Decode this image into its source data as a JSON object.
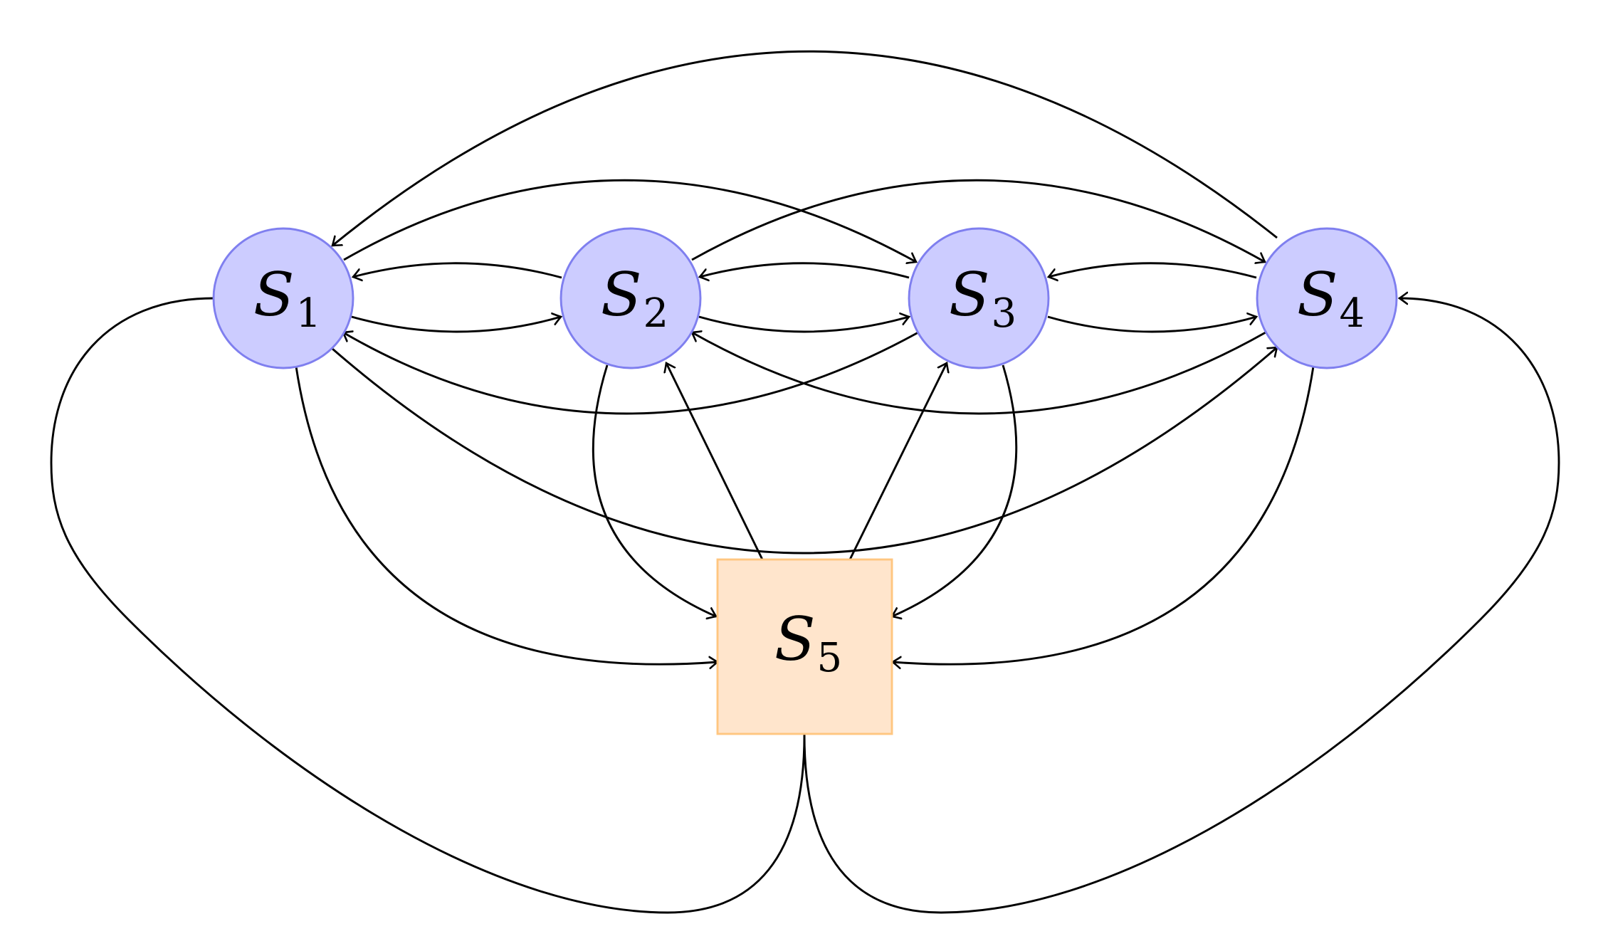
{
  "diagram": {
    "colors": {
      "state_fill": "#ccccff",
      "state_stroke": "#7f7fef",
      "special_fill": "#ffe5cc",
      "special_stroke": "#ffc680",
      "edge": "#000000"
    },
    "nodes": [
      {
        "id": "S1",
        "letter": "S",
        "subscript": "1",
        "shape": "circle"
      },
      {
        "id": "S2",
        "letter": "S",
        "subscript": "2",
        "shape": "circle"
      },
      {
        "id": "S3",
        "letter": "S",
        "subscript": "3",
        "shape": "circle"
      },
      {
        "id": "S4",
        "letter": "S",
        "subscript": "4",
        "shape": "circle"
      },
      {
        "id": "S5",
        "letter": "S",
        "subscript": "5",
        "shape": "square"
      }
    ],
    "edges": [
      {
        "from": "S1",
        "to": "S2"
      },
      {
        "from": "S2",
        "to": "S1"
      },
      {
        "from": "S2",
        "to": "S3"
      },
      {
        "from": "S3",
        "to": "S2"
      },
      {
        "from": "S3",
        "to": "S4"
      },
      {
        "from": "S4",
        "to": "S3"
      },
      {
        "from": "S1",
        "to": "S3"
      },
      {
        "from": "S3",
        "to": "S1"
      },
      {
        "from": "S2",
        "to": "S4"
      },
      {
        "from": "S4",
        "to": "S2"
      },
      {
        "from": "S4",
        "to": "S1"
      },
      {
        "from": "S1",
        "to": "S4"
      },
      {
        "from": "S1",
        "to": "S5"
      },
      {
        "from": "S2",
        "to": "S5"
      },
      {
        "from": "S3",
        "to": "S5"
      },
      {
        "from": "S4",
        "to": "S5"
      },
      {
        "from": "S5",
        "to": "S2"
      },
      {
        "from": "S5",
        "to": "S3"
      },
      {
        "from": "S5",
        "to": "S1"
      },
      {
        "from": "S5",
        "to": "S4"
      }
    ]
  }
}
